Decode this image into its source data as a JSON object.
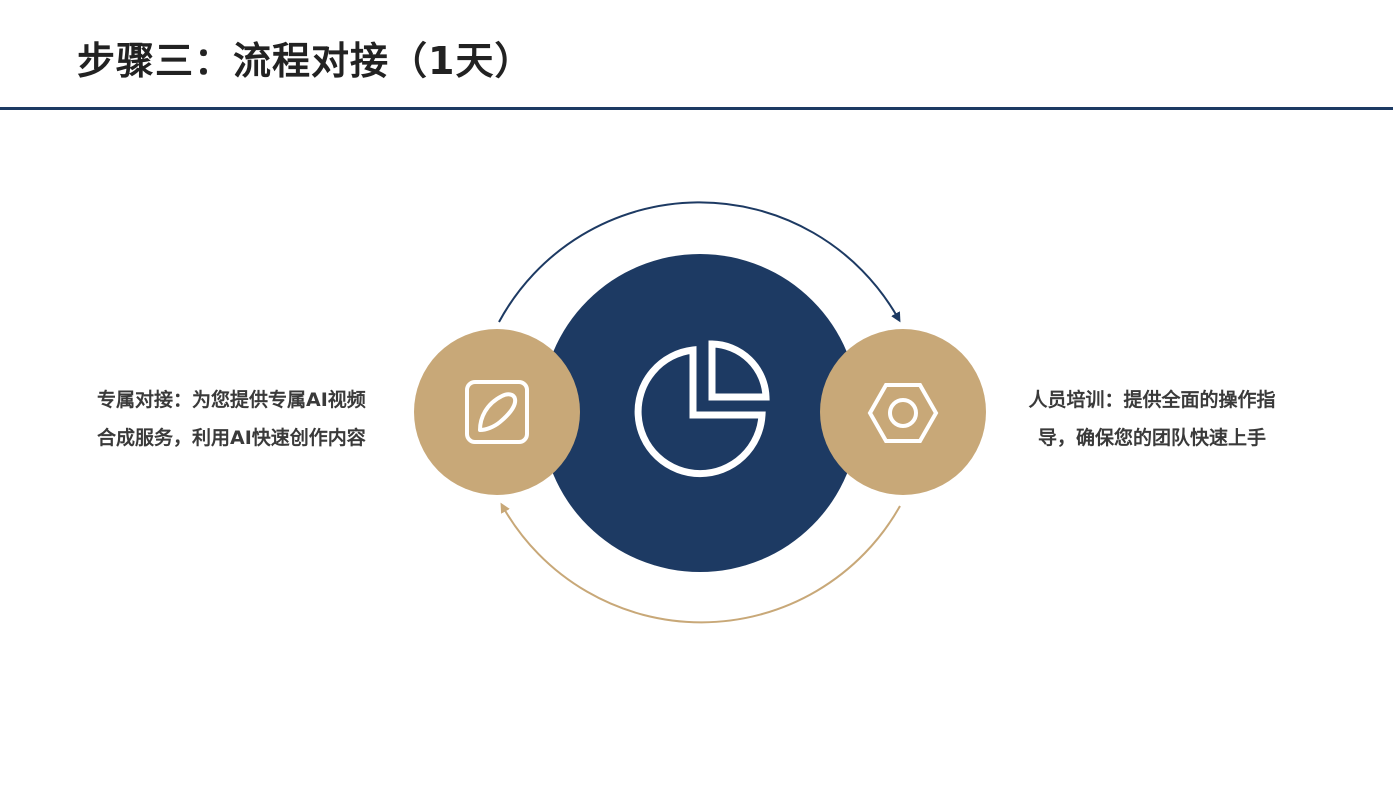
{
  "header": {
    "title": "步骤三：流程对接（1天）"
  },
  "diagram": {
    "center": {
      "icon": "pie-chart-icon",
      "color": "#1d3a63"
    },
    "left_node": {
      "icon": "edit-square-icon",
      "color": "#c8a878",
      "lines": [
        "专属对接：为您提供专属AI视频",
        "合成服务，利用AI快速创作内容"
      ]
    },
    "right_node": {
      "icon": "hex-nut-icon",
      "color": "#c8a878",
      "lines": [
        "人员培训：提供全面的操作指",
        "导，确保您的团队快速上手"
      ]
    },
    "top_arrow": {
      "color": "#1d3a63",
      "direction": "left-to-right"
    },
    "bottom_arrow": {
      "color": "#c8a878",
      "direction": "right-to-left"
    }
  },
  "colors": {
    "navy": "#1d3a63",
    "tan": "#c8a878",
    "text": "#3a3a3a",
    "title": "#222222"
  }
}
